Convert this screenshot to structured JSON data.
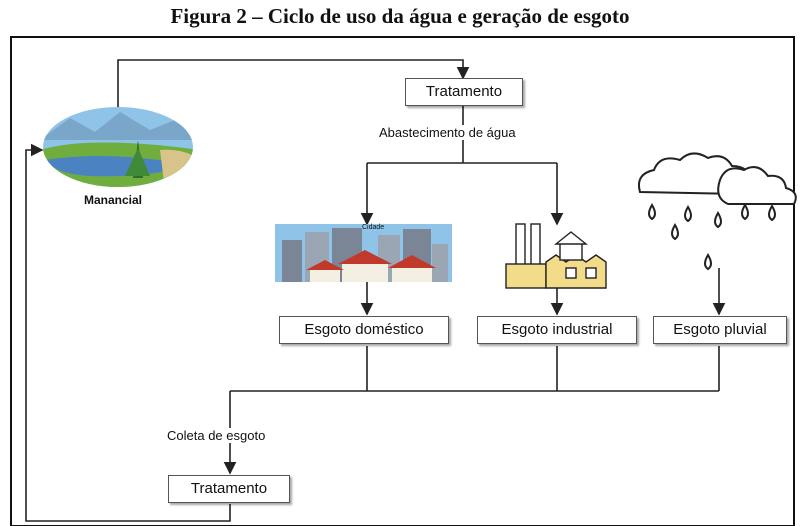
{
  "figure": {
    "title": "Figura 2 – Ciclo de uso da água e geração de esgoto"
  },
  "nodes": {
    "treatment_top": "Tratamento",
    "water_supply": "Abastecimento de água",
    "source": "Manancial",
    "city_caption": "Cidade",
    "domestic_sewage": "Esgoto doméstico",
    "industrial_sewage": "Esgoto industrial",
    "storm_sewage": "Esgoto pluvial",
    "sewage_collection": "Coleta de esgoto",
    "treatment_bottom": "Tratamento"
  },
  "colors": {
    "sky": "#8fc3e8",
    "water": "#4b83c2",
    "grass": "#6fae3e",
    "roof": "#c0392b",
    "building": "#7a8696",
    "factory_yellow": "#f2dc8a",
    "line": "#222222"
  },
  "icons": [
    "landscape-icon",
    "city-icon",
    "factory-icon",
    "rain-cloud-icon"
  ]
}
